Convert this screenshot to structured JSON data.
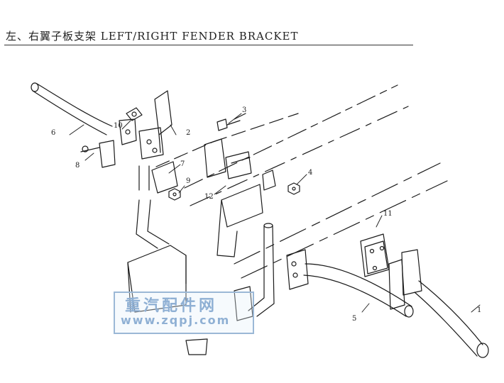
{
  "title": "左、右翼子板支架 LEFT/RIGHT FENDER BRACKET",
  "callouts": [
    "1",
    "2",
    "3",
    "4",
    "5",
    "6",
    "7",
    "8",
    "9",
    "10",
    "11",
    "12"
  ],
  "watermark": {
    "text_cn": "重汽配件网",
    "url": "www.zqpj.com",
    "color": "#8fb0d4"
  }
}
